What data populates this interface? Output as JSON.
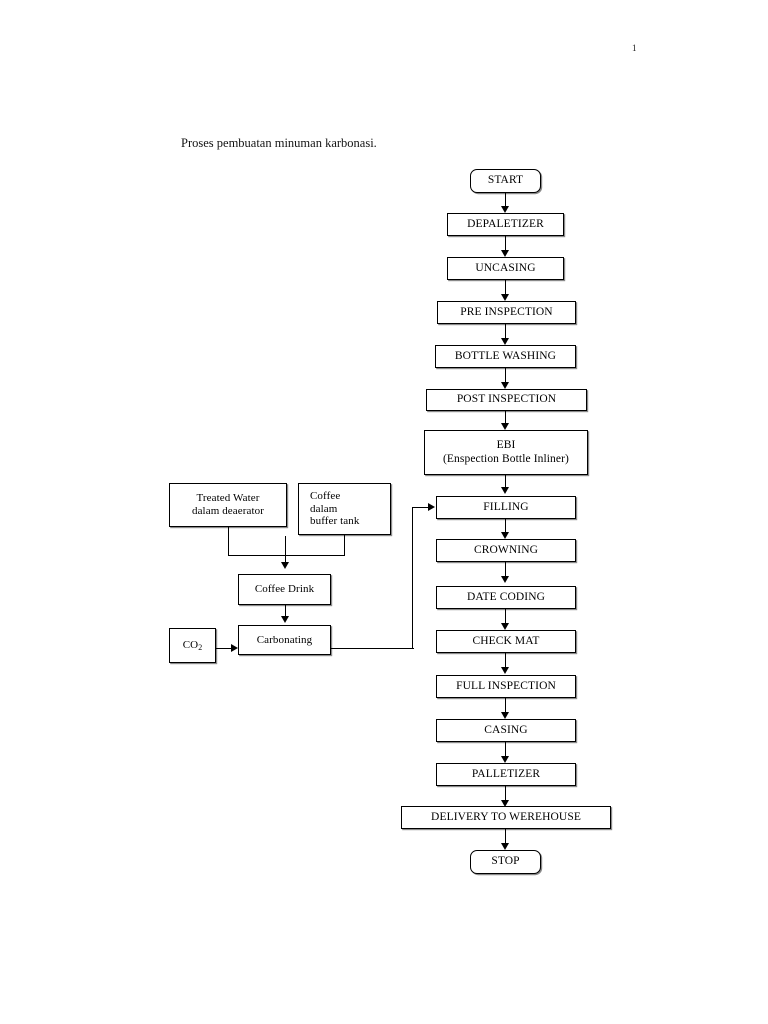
{
  "document": {
    "page_number": "1",
    "caption": "Proses pembuatan minuman karbonasi."
  },
  "diagram": {
    "type": "flowchart",
    "title": "Proses pembuatan minuman karbonasi.",
    "main_chain": [
      {
        "id": "start",
        "label": "START",
        "shape": "rounded-rectangle"
      },
      {
        "id": "depaletizer",
        "label": "DEPALETIZER",
        "shape": "rectangle"
      },
      {
        "id": "uncasing",
        "label": "UNCASING",
        "shape": "rectangle"
      },
      {
        "id": "pre-inspection",
        "label": "PRE INSPECTION",
        "shape": "rectangle"
      },
      {
        "id": "bottle-washing",
        "label": "BOTTLE WASHING",
        "shape": "rectangle"
      },
      {
        "id": "post-inspection",
        "label": "POST INSPECTION",
        "shape": "rectangle"
      },
      {
        "id": "ebi",
        "label_line1": "EBI",
        "label_line2": "(Enspection Bottle Inliner)",
        "shape": "rectangle"
      },
      {
        "id": "filling",
        "label": "FILLING",
        "shape": "rectangle"
      },
      {
        "id": "crowning",
        "label": "CROWNING",
        "shape": "rectangle"
      },
      {
        "id": "date-coding",
        "label": "DATE CODING",
        "shape": "rectangle"
      },
      {
        "id": "check-mat",
        "label": "CHECK MAT",
        "shape": "rectangle"
      },
      {
        "id": "full-inspection",
        "label": "FULL INSPECTION",
        "shape": "rectangle"
      },
      {
        "id": "casing",
        "label": "CASING",
        "shape": "rectangle"
      },
      {
        "id": "palletizer",
        "label": "PALLETIZER",
        "shape": "rectangle"
      },
      {
        "id": "delivery",
        "label": "DELIVERY TO WEREHOUSE",
        "shape": "rectangle"
      },
      {
        "id": "stop",
        "label": "STOP",
        "shape": "rounded-rectangle"
      }
    ],
    "side_branch": [
      {
        "id": "treated-water",
        "label_line1": "Treated Water",
        "label_line2": "dalam deaerator",
        "shape": "rectangle"
      },
      {
        "id": "coffee-buffer",
        "label_line1": "Coffee",
        "label_line2": "dalam",
        "label_line3": "buffer tank",
        "shape": "rectangle"
      },
      {
        "id": "coffee-drink",
        "label": "Coffee Drink",
        "shape": "rectangle"
      },
      {
        "id": "co2",
        "label": "CO",
        "subscript": "2",
        "shape": "rectangle"
      },
      {
        "id": "carbonating",
        "label": "Carbonating",
        "shape": "rectangle"
      }
    ],
    "edges": [
      {
        "from": "start",
        "to": "depaletizer"
      },
      {
        "from": "depaletizer",
        "to": "uncasing"
      },
      {
        "from": "uncasing",
        "to": "pre-inspection"
      },
      {
        "from": "pre-inspection",
        "to": "bottle-washing"
      },
      {
        "from": "bottle-washing",
        "to": "post-inspection"
      },
      {
        "from": "post-inspection",
        "to": "ebi"
      },
      {
        "from": "ebi",
        "to": "filling"
      },
      {
        "from": "filling",
        "to": "crowning"
      },
      {
        "from": "crowning",
        "to": "date-coding"
      },
      {
        "from": "date-coding",
        "to": "check-mat"
      },
      {
        "from": "check-mat",
        "to": "full-inspection"
      },
      {
        "from": "full-inspection",
        "to": "casing"
      },
      {
        "from": "casing",
        "to": "palletizer"
      },
      {
        "from": "palletizer",
        "to": "delivery"
      },
      {
        "from": "delivery",
        "to": "stop"
      },
      {
        "from": "treated-water",
        "to": "coffee-drink"
      },
      {
        "from": "coffee-buffer",
        "to": "coffee-drink"
      },
      {
        "from": "coffee-drink",
        "to": "carbonating"
      },
      {
        "from": "co2",
        "to": "carbonating"
      },
      {
        "from": "carbonating",
        "to": "filling"
      }
    ],
    "colors": {
      "line": "#000000",
      "box_fill": "#ffffff",
      "text": "#000000",
      "shadow": "#8a8a8a"
    }
  }
}
